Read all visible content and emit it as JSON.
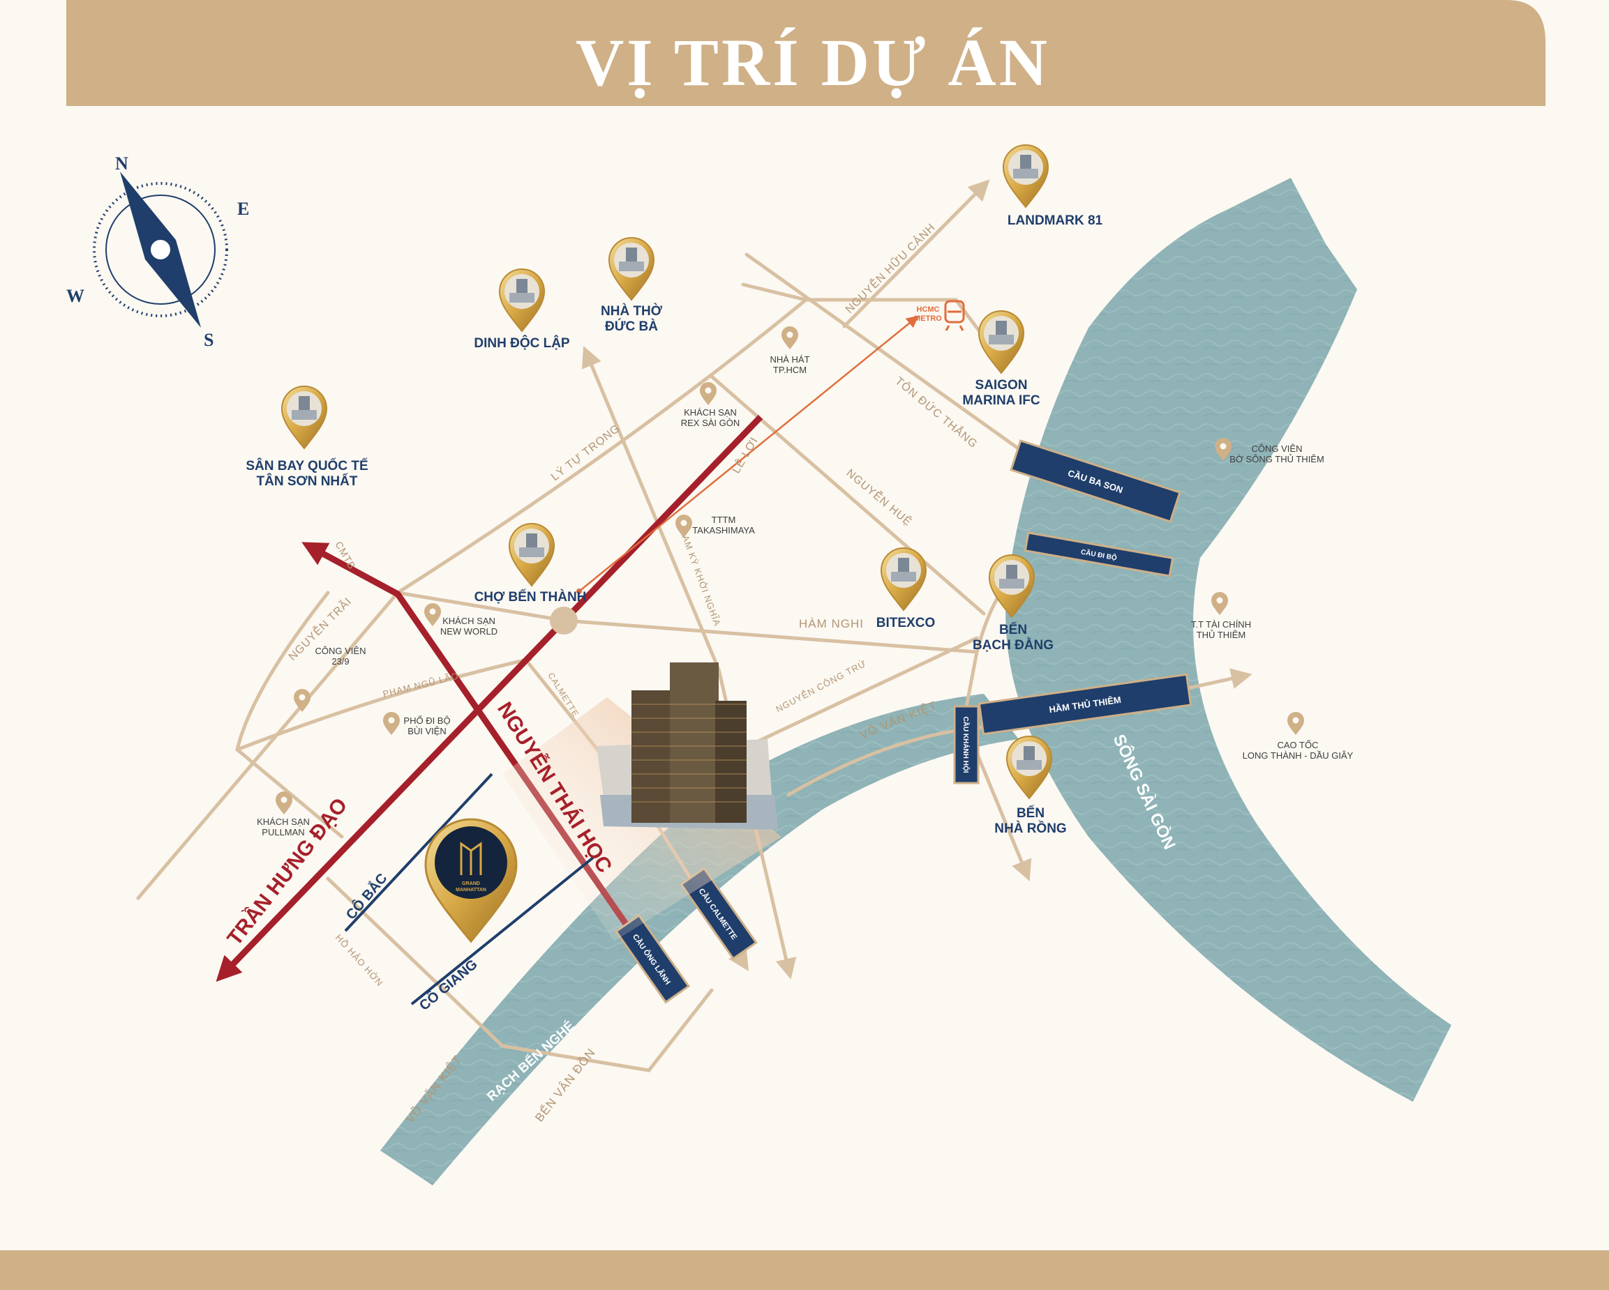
{
  "header": {
    "title": "VỊ TRÍ DỰ ÁN"
  },
  "colors": {
    "background": "#fcf8f2",
    "gold": "#cfb087",
    "road": "#d8c0a2",
    "roadText": "#b19675",
    "river": "#8fb3b6",
    "riverDark": "#6f9699",
    "red": "#a5202a",
    "navy": "#1f3e6b",
    "accentOrange": "#e06d3b"
  },
  "compass": {
    "n": "N",
    "e": "E",
    "s": "S",
    "w": "W"
  },
  "metro": {
    "line1": "HCMC",
    "line2": "METRO"
  },
  "landmarks": [
    {
      "lines": [
        "LANDMARK 81"
      ],
      "icon": "skyscraper-icon"
    },
    {
      "lines": [
        "NHÀ THỜ",
        "ĐỨC BÀ"
      ],
      "icon": "cathedral-icon"
    },
    {
      "lines": [
        "DINH ĐỘC LẬP"
      ],
      "icon": "palace-icon"
    },
    {
      "lines": [
        "SAIGON",
        "MARINA IFC"
      ],
      "icon": "tower-icon"
    },
    {
      "lines": [
        "SÂN BAY QUỐC TẾ",
        "TÂN SƠN NHẤT"
      ],
      "icon": "airplane-icon"
    },
    {
      "lines": [
        "CHỢ BẾN THÀNH"
      ],
      "icon": "market-icon"
    },
    {
      "lines": [
        "BITEXCO"
      ],
      "icon": "bitexco-icon"
    },
    {
      "lines": [
        "BẾN",
        "BẠCH ĐẰNG"
      ],
      "icon": "park-icon"
    },
    {
      "lines": [
        "BẾN",
        "NHÀ RỒNG"
      ],
      "icon": "museum-icon"
    }
  ],
  "pois": [
    {
      "lines": [
        "NHÀ HÁT",
        "TP.HCM"
      ]
    },
    {
      "lines": [
        "KHÁCH SẠN",
        "REX SÀI GÒN"
      ]
    },
    {
      "lines": [
        "TTTM",
        "TAKASHIMAYA"
      ]
    },
    {
      "lines": [
        "KHÁCH SẠN",
        "NEW WORLD"
      ]
    },
    {
      "lines": [
        "CÔNG VIÊN",
        "23/9"
      ]
    },
    {
      "lines": [
        "PHỐ ĐI BỘ",
        "BÙI VIỆN"
      ]
    },
    {
      "lines": [
        "KHÁCH SẠN",
        "PULLMAN"
      ]
    },
    {
      "lines": [
        "CÔNG VIÊN",
        "BỜ SÔNG THỦ THIÊM"
      ]
    },
    {
      "lines": [
        "T.T TÀI CHÍNH",
        "THỦ THIÊM"
      ]
    },
    {
      "lines": [
        "CAO TỐC",
        "LONG THÀNH - DẦU GIÂY"
      ]
    }
  ],
  "streets": {
    "nguyenHuuCanh": "NGUYỄN HỮU CẢNH",
    "tonDucThang": "TÔN ĐỨC THẮNG",
    "lyTuTrong": "LÝ TỰ TRỌNG",
    "leLoi": "LÊ LỢI",
    "nguyenHue": "NGUYỄN HUỆ",
    "namKyKhoiNghia": "NAM KỲ KHỞI NGHĨA",
    "cmtb": "CMTB",
    "nguyenTrai": "NGUYỄN TRÃI",
    "hamNghi": "HÀM NGHI",
    "phamNguLao": "PHẠM NGŨ LÃO",
    "calmette": "CALMETTE",
    "nguyenCongTru": "NGUYỄN CÔNG TRỨ",
    "voVanKietEast": "VÕ VĂN KIỆT",
    "hoHaoHon": "HỒ HẢO HỚN",
    "voVanKietWest": "VÕ VĂN KIỆT",
    "benVanDon": "BẾN VÂN ĐỒN"
  },
  "majorRoads": {
    "tranHungDao": "TRẦN HƯNG ĐẠO",
    "nguyenThaiHoc": "NGUYỄN THÁI HỌC"
  },
  "siteStreets": {
    "coBac": "CÔ BẮC",
    "coGiang": "CÔ GIANG"
  },
  "rivers": {
    "songSaiGon": "SÔNG SÀI GÒN",
    "rachBenNghe": "RẠCH BẾN NGHÉ"
  },
  "bridges": {
    "cauBaSon": "CẦU BA SON",
    "cauDiBo": "CẦU ĐI BỘ",
    "hamThuThiem": "HẦM THỦ THIÊM",
    "cauKhanhHoi": "CẦU KHÁNH HỘI",
    "cauCalmette": "CẦU CALMETTE",
    "cauOngLanh": "CẦU ÔNG LÃNH"
  },
  "project": {
    "line1": "GRAND",
    "line2": "MANHATTAN"
  }
}
